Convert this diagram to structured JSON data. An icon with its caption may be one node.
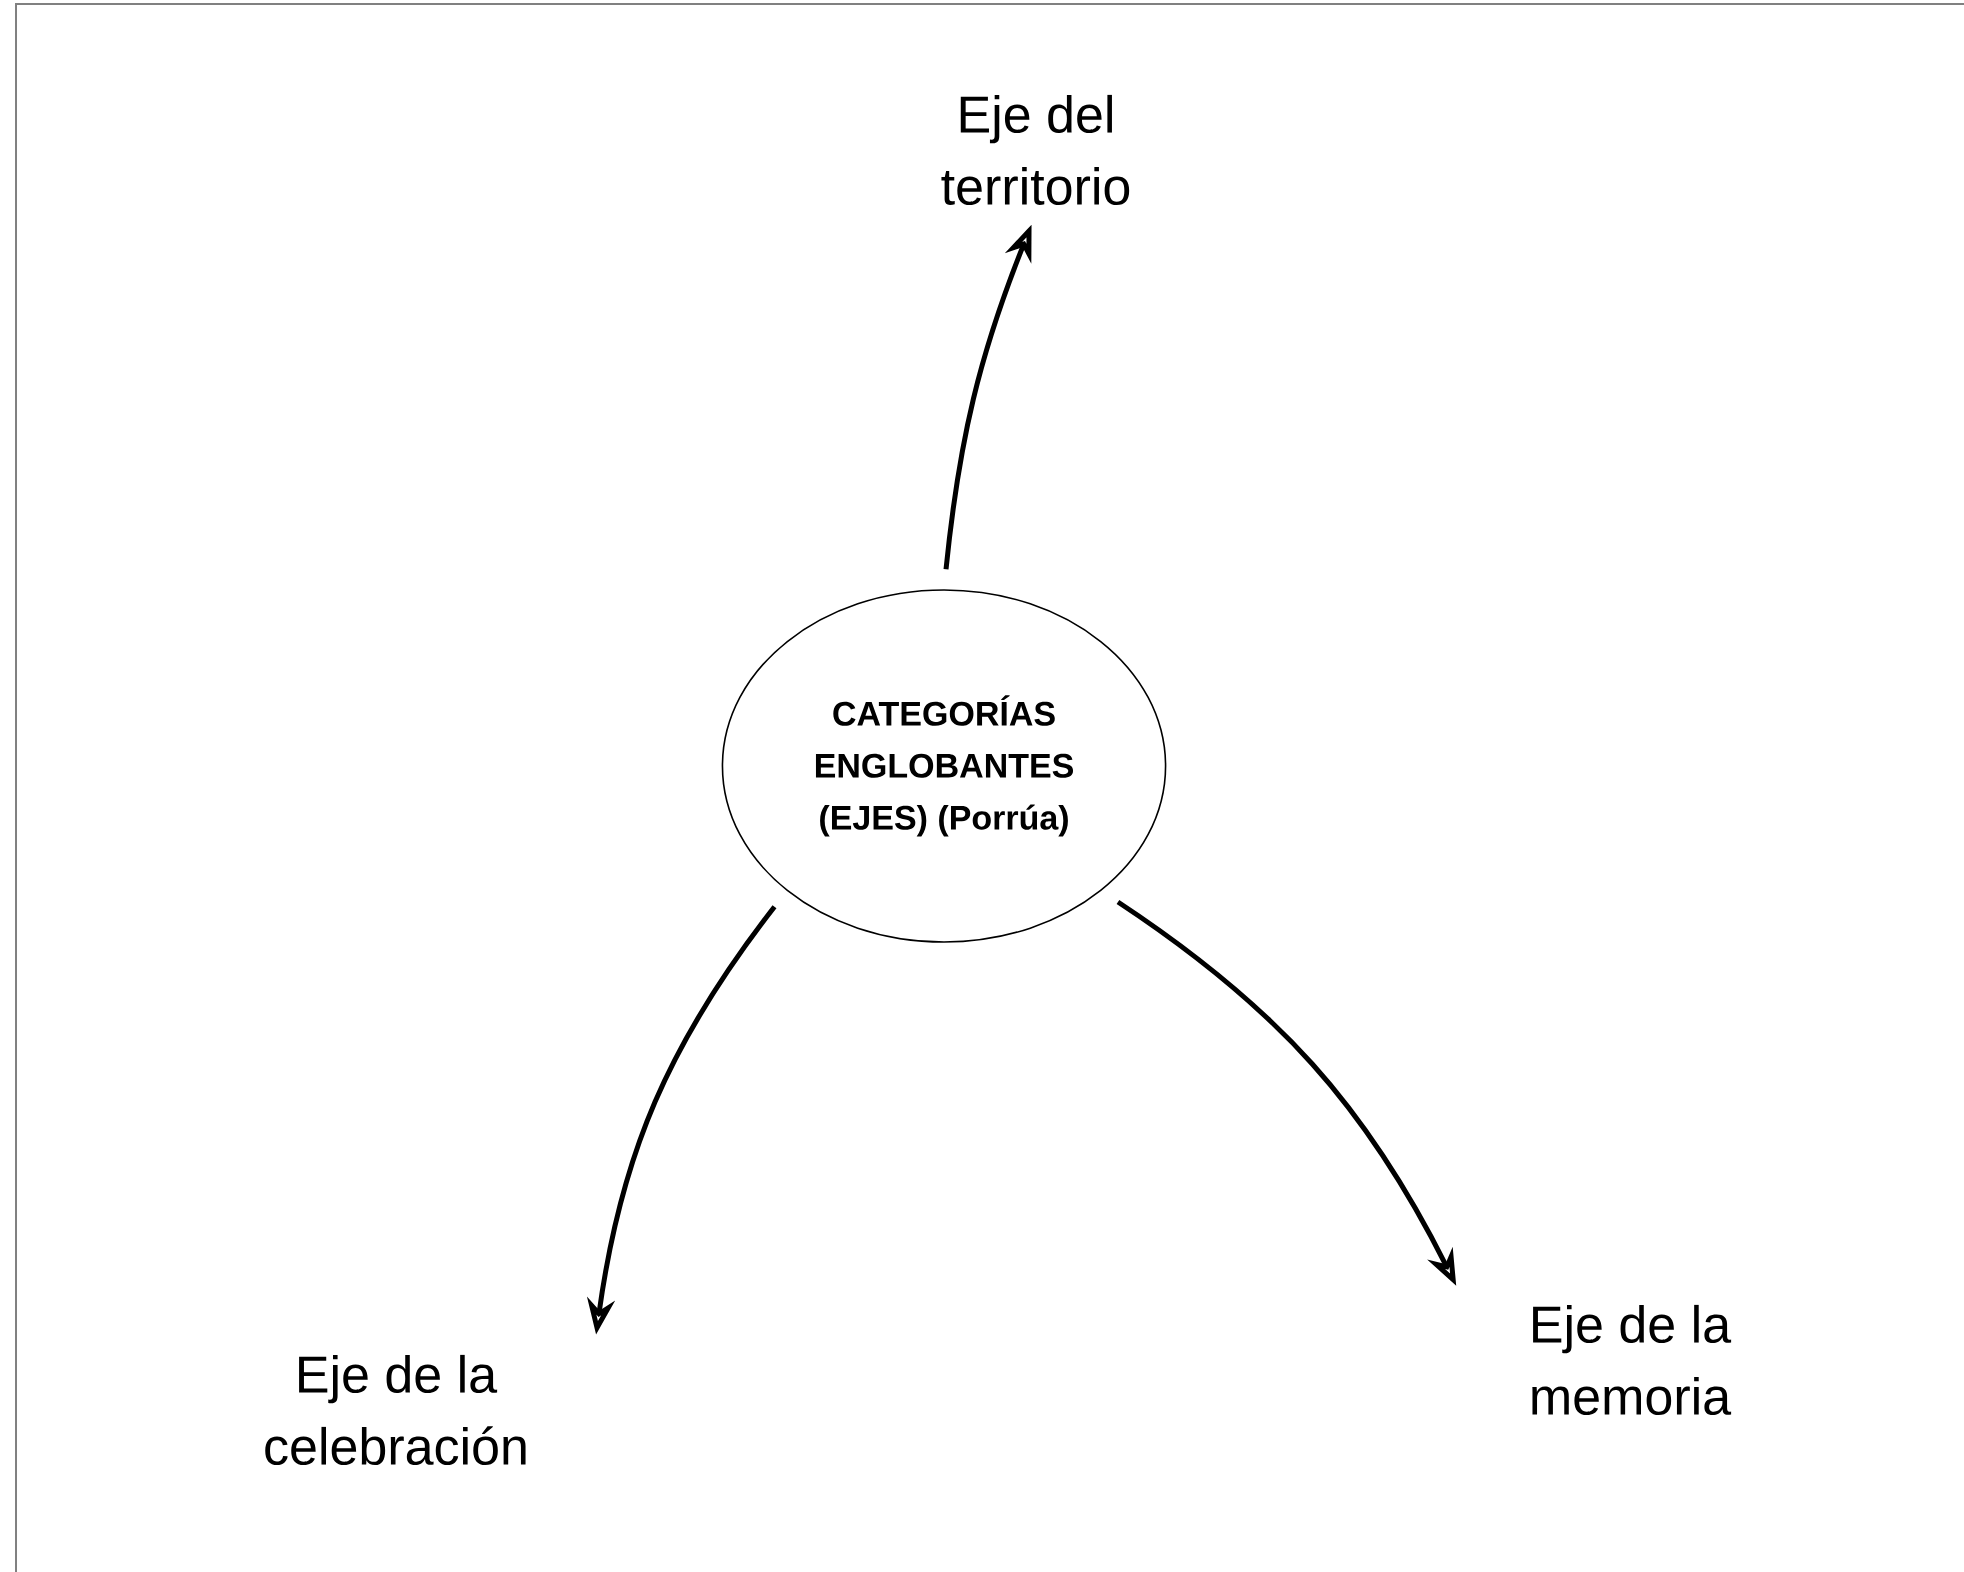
{
  "diagram": {
    "nodes": [
      {
        "text": [
          "CATEGORÍAS ENGLOBANTES (EJES) (Porrúa)"
        ]
      },
      {
        "text": [
          "Eje del territorio"
        ]
      },
      {
        "text": [
          "Eje de la celebración"
        ]
      },
      {
        "text": [
          "Eje de la memoria"
        ]
      }
    ],
    "edges": [
      {
        "from": 0,
        "to": 1,
        "arrow": "to"
      },
      {
        "from": 0,
        "to": 2,
        "arrow": "to"
      },
      {
        "from": 0,
        "to": 3,
        "arrow": "to"
      }
    ]
  }
}
